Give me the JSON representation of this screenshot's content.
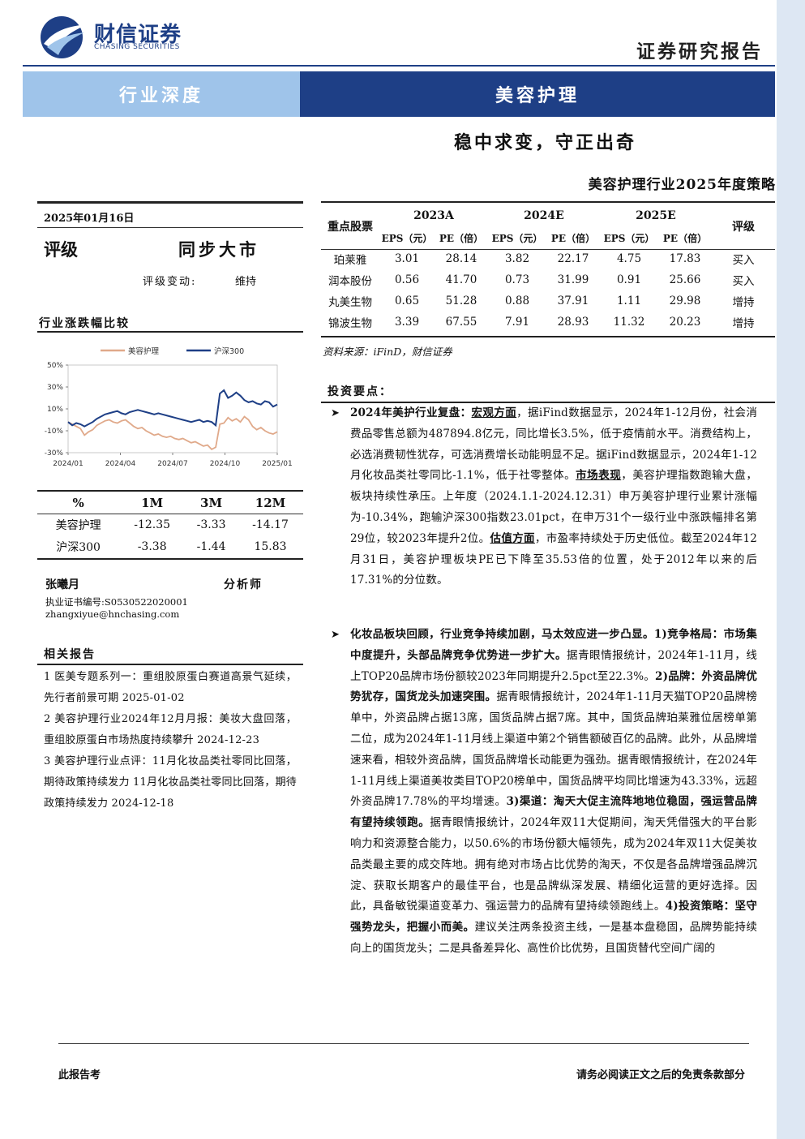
{
  "header": {
    "logo_name": "财信证券",
    "logo_en": "CHASING SECURITIES",
    "report_type": "证券研究报告",
    "band_left": "行业深度",
    "band_right": "美容护理",
    "title": "稳中求变，守正出奇",
    "subtitle": "美容护理行业2025年度策略"
  },
  "left": {
    "date": "2025年01月16日",
    "rating_label": "评级",
    "rating_value": "同步大市",
    "rating_change_label": "评级变动:",
    "rating_change_value": "维持",
    "perf_heading": "行业涨跌幅比较",
    "perf_table": {
      "headers": [
        "%",
        "1M",
        "3M",
        "12M"
      ],
      "rows": [
        [
          "美容护理",
          "-12.35",
          "-3.33",
          "-14.17"
        ],
        [
          "沪深300",
          "-3.38",
          "-1.44",
          "15.83"
        ]
      ]
    },
    "analyst": {
      "name": "张曦月",
      "title": "分析师",
      "cert": "执业证书编号:S0530522020001",
      "email": "zhangxiyue@hnchasing.com"
    },
    "related_heading": "相关报告",
    "related": [
      "1 医美专题系列一：重组胶原蛋白赛道高景气延续，先行者前景可期 2025-01-02",
      "2 美容护理行业2024年12月月报：美妆大盘回落，重组胶原蛋白市场热度持续攀升 2024-12-23",
      "3 美容护理行业点评：11月化妆品类社零同比回落，期待政策持续发力 11月化妆品类社零同比回落，期待政策持续发力 2024-12-18"
    ]
  },
  "chart_data": {
    "type": "line",
    "x": [
      "2024/01",
      "2024/04",
      "2024/07",
      "2024/10",
      "2025/01"
    ],
    "yticks": [
      "50%",
      "30%",
      "10%",
      "-10%",
      "-30%"
    ],
    "ylim": [
      -30,
      50
    ],
    "legend_position": "top",
    "series": [
      {
        "name": "美容护理",
        "color": "#e0a98a",
        "values": [
          -2,
          -4,
          -6,
          -8,
          -14,
          -11,
          -9,
          -5,
          -3,
          -1,
          0,
          -2,
          -3,
          -1,
          0,
          -3,
          -6,
          -8,
          -7,
          -10,
          -12,
          -14,
          -13,
          -15,
          -16,
          -15,
          -17,
          -18,
          -17,
          -19,
          -21,
          -20,
          -22,
          -24,
          -23,
          -27,
          -25,
          -4,
          -3,
          2,
          -1,
          1,
          -2,
          3,
          0,
          -6,
          -9,
          -7,
          -10,
          -12,
          -13,
          -11
        ]
      },
      {
        "name": "沪深300",
        "color": "#1e3f86",
        "values": [
          -2,
          -5,
          -3,
          -4,
          -6,
          -4,
          -2,
          1,
          3,
          5,
          6,
          7,
          8,
          6,
          5,
          7,
          8,
          9,
          8,
          7,
          6,
          5,
          6,
          5,
          4,
          3,
          2,
          1,
          0,
          -1,
          -2,
          -1,
          0,
          -2,
          -1,
          -2,
          -5,
          24,
          27,
          20,
          22,
          25,
          22,
          18,
          16,
          17,
          15,
          14,
          17,
          16,
          12,
          14
        ]
      }
    ]
  },
  "stock_table": {
    "col_stock": "重点股票",
    "col_rating": "评级",
    "years": [
      "2023A",
      "2024E",
      "2025E"
    ],
    "sub_headers": [
      "EPS（元）",
      "PE（倍）",
      "EPS（元）",
      "PE（倍）",
      "EPS（元）",
      "PE（倍）"
    ],
    "rows": [
      [
        "珀莱雅",
        "3.01",
        "28.14",
        "3.82",
        "22.17",
        "4.75",
        "17.83",
        "买入"
      ],
      [
        "润本股份",
        "0.56",
        "41.70",
        "0.73",
        "31.99",
        "0.91",
        "25.66",
        "买入"
      ],
      [
        "丸美生物",
        "0.65",
        "51.28",
        "0.88",
        "37.91",
        "1.11",
        "29.98",
        "增持"
      ],
      [
        "锦波生物",
        "3.39",
        "67.55",
        "7.91",
        "28.93",
        "11.32",
        "20.23",
        "增持"
      ]
    ],
    "source": "资料来源：iFinD，财信证券"
  },
  "key_points": {
    "heading": "投资要点：",
    "p1": {
      "b1": "2024年美护行业复盘：",
      "u1": "宏观方面",
      "t1": "，据iFind数据显示，2024年1-12月份，社会消费品零售总额为487894.8亿元，同比增长3.5%，低于疫情前水平。消费结构上，必选消费韧性犹存，可选消费增长动能明显不足。据iFind数据显示，2024年1-12月化妆品类社零同比-1.1%，低于社零整体。",
      "u2": "市场表现",
      "t2": "，美容护理指数跑输大盘，板块持续性承压。上年度（2024.1.1-2024.12.31）申万美容护理行业累计涨幅为-10.34%，跑输沪深300指数23.01pct，在申万31个一级行业中涨跌幅排名第29位，较2023年提升2位。",
      "u3": "估值方面",
      "t3": "，市盈率持续处于历史低位。截至2024年12月31日，美容护理板块PE已下降至35.53倍的位置，处于2012年以来的后17.31%的分位数。"
    },
    "p2": {
      "b1": "化妆品板块回顾，行业竞争持续加剧，马太效应进一步凸显。1)竞争格局：市场集中度提升，头部品牌竞争优势进一步扩大。",
      "t1": "据青眼情报统计，2024年1-11月，线上TOP20品牌市场份额较2023年同期提升2.5pct至22.3%。",
      "b2": "2)品牌：外资品牌优势犹存，国货龙头加速突围。",
      "t2": "据青眼情报统计，2024年1-11月天猫TOP20品牌榜单中，外资品牌占据13席，国货品牌占据7席。其中，国货品牌珀莱雅位居榜单第二位，成为2024年1-11月线上渠道中第2个销售额破百亿的品牌。此外，从品牌增速来看，相较外资品牌，国货品牌增长动能更为强劲。据青眼情报统计，在2024年1-11月线上渠道美妆类目TOP20榜单中，国货品牌平均同比增速为43.33%，远超外资品牌17.78%的平均增速。",
      "b3": "3)渠道：淘天大促主流阵地地位稳固，强运营品牌有望持续领跑。",
      "t3": "据青眼情报统计，2024年双11大促期间，淘天凭借强大的平台影响力和资源整合能力，以50.6%的市场份额大幅领先，成为2024年双11大促美妆品类最主要的成交阵地。拥有绝对市场占比优势的淘天，不仅是各品牌增强品牌沉淀、获取长期客户的最佳平台，也是品牌纵深发展、精细化运营的更好选择。因此，具备敏锐渠道变革力、强运营力的品牌有望持续领跑线上。",
      "b4": "4)投资策略：坚守强势龙头，把握小而美。",
      "t4": "建议关注两条投资主线，一是基本盘稳固，品牌势能持续向上的国货龙头；二是具备差异化、高性价比优势，且国货替代空间广阔的"
    }
  },
  "footer": {
    "left": "此报告考",
    "right": "请务必阅读正文之后的免责条款部分"
  }
}
